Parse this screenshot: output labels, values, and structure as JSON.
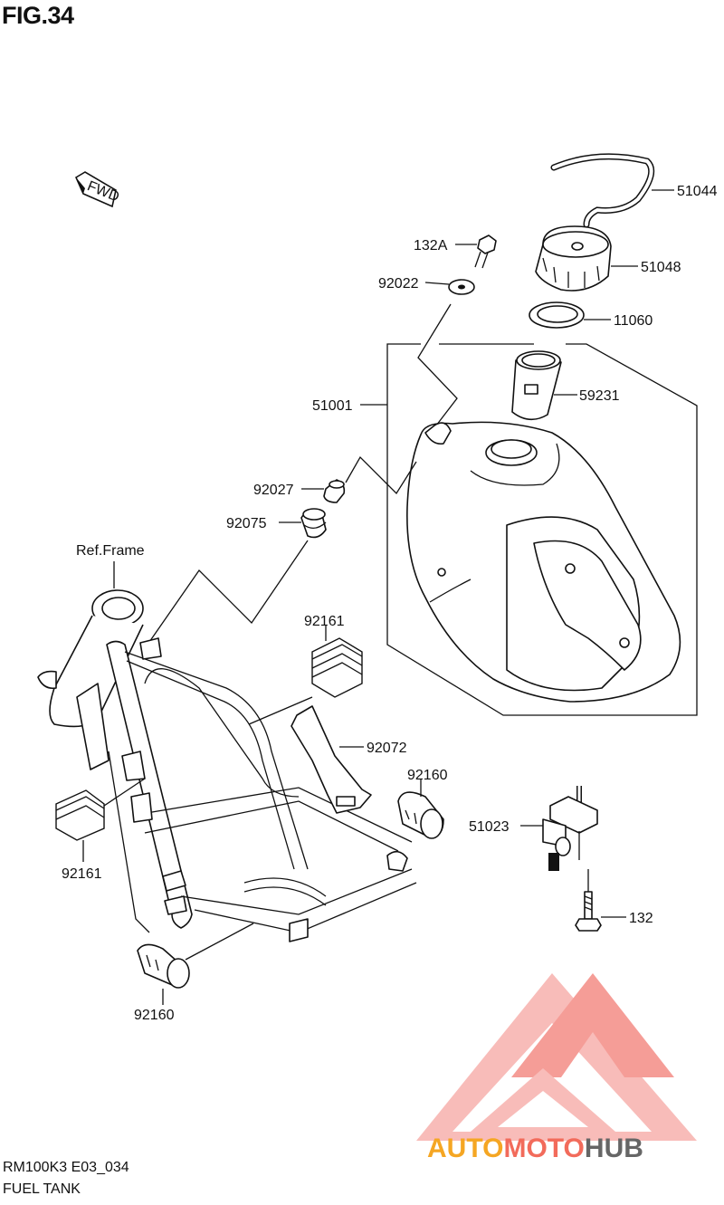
{
  "figure": {
    "title": "FIG.34",
    "code": "RM100K3 E03_034",
    "name": "FUEL TANK"
  },
  "direction_badge": "FWD",
  "ref_frame_label": "Ref.Frame",
  "parts": {
    "p51044": "51044",
    "p51048": "51048",
    "p11060": "11060",
    "p59231": "59231",
    "p132A": "132A",
    "p92022": "92022",
    "p51001": "51001",
    "p92027": "92027",
    "p92075": "92075",
    "p92161_top": "92161",
    "p92072": "92072",
    "p92160_right": "92160",
    "p51023": "51023",
    "p92161_left": "92161",
    "p132": "132",
    "p92160_bottom": "92160"
  },
  "watermark": {
    "part1": "AUTO",
    "part2": "MOTO",
    "part3": "HUB",
    "color_orange": "#f5a623",
    "color_red": "#f26b5b",
    "color_gray": "#666666",
    "logo_color": "#f8a3a0"
  }
}
